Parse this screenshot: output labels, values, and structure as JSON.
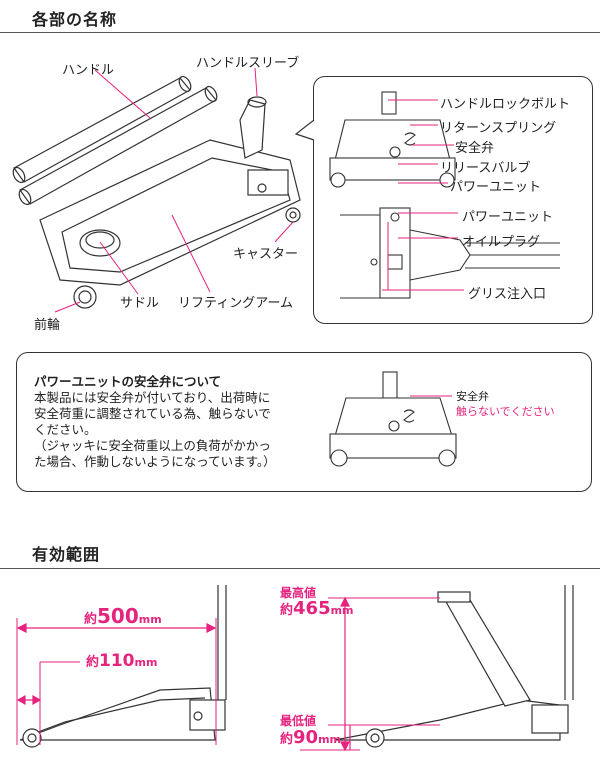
{
  "section1": {
    "title": "各部の名称"
  },
  "parts": {
    "handle": "ハンドル",
    "handle_sleeve": "ハンドルスリーブ",
    "caster": "キャスター",
    "saddle": "サドル",
    "lifting_arm": "リフティングアーム",
    "front_wheel": "前輪"
  },
  "detail": {
    "handle_lock_bolt": "ハンドルロックボルト",
    "return_spring": "リターンスプリング",
    "safety_valve": "安全弁",
    "release_valve": "リリースバルブ",
    "power_unit_1": "パワーユニット",
    "power_unit_2": "パワーユニット",
    "oil_plug": "オイルプラグ",
    "grease_inlet": "グリス注入口"
  },
  "notice": {
    "title": "パワーユニットの安全弁について",
    "lines": [
      "本製品には安全弁が付いており、出荷時に",
      "安全荷重に調整されている為、触らないで",
      "ください。",
      "（ジャッキに安全荷重以上の負荷がかかっ",
      "た場合、作動しないようになっています。）"
    ],
    "callout_label": "安全弁",
    "callout_warning": "触らないでください"
  },
  "section2": {
    "title": "有効範囲"
  },
  "range": {
    "reach_total_prefix": "約",
    "reach_total_value": "500",
    "reach_total_unit": "mm",
    "reach_min_prefix": "約",
    "reach_min_value": "110",
    "reach_min_unit": "mm",
    "max_label": "最高値",
    "max_prefix": "約",
    "max_value": "465",
    "max_unit": "mm",
    "min_label": "最低値",
    "min_prefix": "約",
    "min_value": "90",
    "min_unit": "mm"
  },
  "colors": {
    "accent": "#e6237e",
    "line": "#333333"
  }
}
